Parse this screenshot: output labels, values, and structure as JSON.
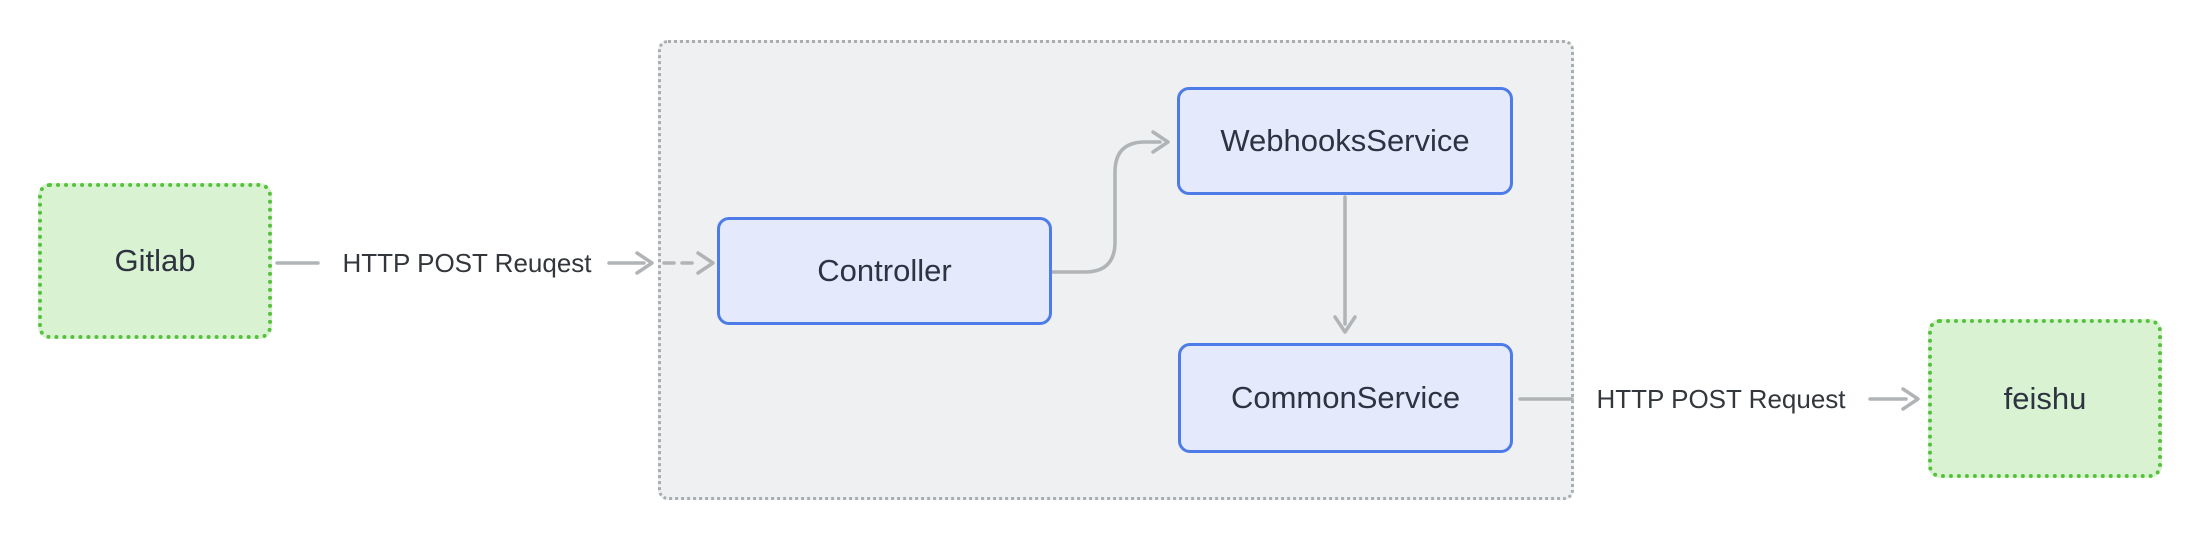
{
  "diagram": {
    "type": "flowchart",
    "direction": "left-to-right",
    "nodes": [
      {
        "id": "Gitlab",
        "label": "Gitlab",
        "role": "external-system",
        "fill": "#d9f2d2",
        "border_color": "#55c13c",
        "border_style": "dotted"
      },
      {
        "id": "Controller",
        "label": "Controller",
        "role": "internal-service",
        "fill": "#e4eafb",
        "border_color": "#4d7ce8",
        "border_style": "solid"
      },
      {
        "id": "WebhooksService",
        "label": "WebhooksService",
        "role": "internal-service",
        "fill": "#e4eafb",
        "border_color": "#4d7ce8",
        "border_style": "solid"
      },
      {
        "id": "CommonService",
        "label": "CommonService",
        "role": "internal-service",
        "fill": "#e4eafb",
        "border_color": "#4d7ce8",
        "border_style": "solid"
      },
      {
        "id": "feishu",
        "label": "feishu",
        "role": "external-system",
        "fill": "#d9f2d2",
        "border_color": "#55c13c",
        "border_style": "dotted"
      }
    ],
    "container": {
      "contains": [
        "Controller",
        "WebhooksService",
        "CommonService"
      ],
      "fill": "#eef0f1",
      "border_color": "#a9adb0",
      "border_style": "dotted"
    },
    "edges": [
      {
        "from": "Gitlab",
        "to": "Controller",
        "label": "HTTP POST Reuqest",
        "line_style": "solid outside container, dashed inside container",
        "arrowhead": "open-chevron"
      },
      {
        "from": "Controller",
        "to": "WebhooksService",
        "label": "",
        "line_style": "solid s-curve",
        "arrowhead": "open-chevron"
      },
      {
        "from": "WebhooksService",
        "to": "CommonService",
        "label": "",
        "line_style": "solid vertical",
        "arrowhead": "open-chevron"
      },
      {
        "from": "CommonService",
        "to": "feishu",
        "label": "HTTP POST Request",
        "line_style": "solid",
        "arrowhead": "open-chevron"
      }
    ],
    "colors": {
      "background": "#ffffff",
      "connector": "#b1b4b6",
      "node_text": "#2d3340",
      "edge_label_text": "#33373c"
    }
  }
}
